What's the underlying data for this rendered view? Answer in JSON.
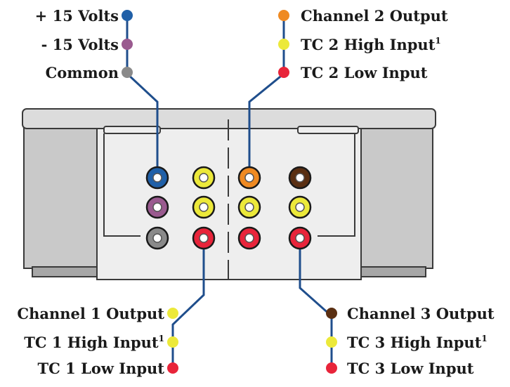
{
  "colors": {
    "wire": "#1f4e8c",
    "blue": "#2060a8",
    "purple": "#9a5a8f",
    "gray": "#8a8a8a",
    "orange": "#ef8a22",
    "yellow": "#ece93a",
    "red": "#e8243a",
    "brown": "#5a2f12",
    "body": "#eeeeee",
    "side": "#c9c9c9",
    "outline": "#3a3a3a"
  },
  "power": {
    "plus15": "+ 15 Volts",
    "minus15": "- 15 Volts",
    "common": "Common"
  },
  "channel2": {
    "output": "Channel 2 Output",
    "high": "TC 2 High Input",
    "high_sup": "1",
    "low": "TC 2 Low Input"
  },
  "channel1": {
    "output": "Channel 1 Output",
    "high": "TC 1 High Input",
    "high_sup": "1",
    "low": "TC 1 Low Input"
  },
  "channel3": {
    "output": "Channel 3 Output",
    "high": "TC 3 High Input",
    "high_sup": "1",
    "low": "TC 3 Low Input"
  }
}
